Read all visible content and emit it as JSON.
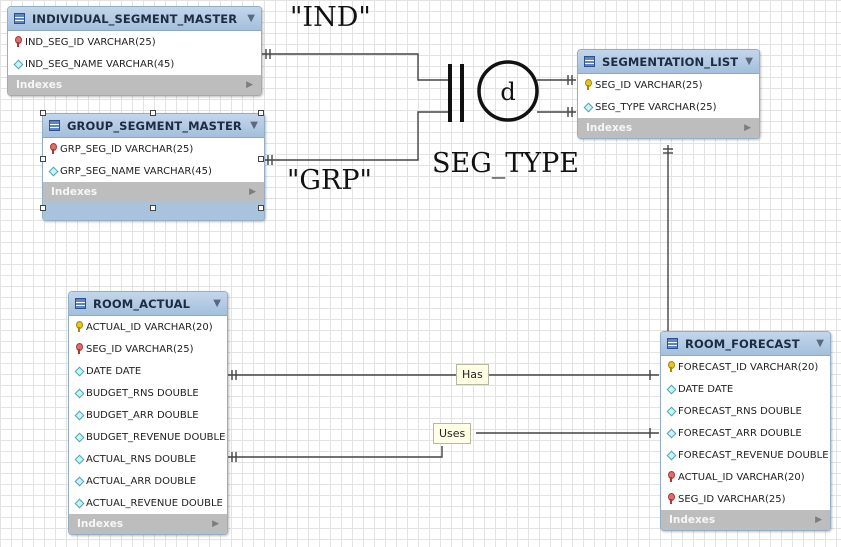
{
  "tables": {
    "individual_segment_master": {
      "title": "INDIVIDUAL_SEGMENT_MASTER",
      "footer": "Indexes",
      "columns": [
        {
          "key": "fk",
          "text": "IND_SEG_ID VARCHAR(25)"
        },
        {
          "key": "col",
          "text": "IND_SEG_NAME VARCHAR(45)"
        }
      ]
    },
    "group_segment_master": {
      "title": "GROUP_SEGMENT_MASTER",
      "footer": "Indexes",
      "columns": [
        {
          "key": "fk",
          "text": "GRP_SEG_ID VARCHAR(25)"
        },
        {
          "key": "col",
          "text": "GRP_SEG_NAME VARCHAR(45)"
        }
      ]
    },
    "segmentation_list": {
      "title": "SEGMENTATION_LIST",
      "footer": "Indexes",
      "columns": [
        {
          "key": "pk",
          "text": "SEG_ID VARCHAR(25)"
        },
        {
          "key": "col",
          "text": "SEG_TYPE VARCHAR(25)"
        }
      ]
    },
    "room_actual": {
      "title": "ROOM_ACTUAL",
      "footer": "Indexes",
      "columns": [
        {
          "key": "pk",
          "text": "ACTUAL_ID VARCHAR(20)"
        },
        {
          "key": "fk",
          "text": "SEG_ID VARCHAR(25)"
        },
        {
          "key": "col",
          "text": "DATE DATE"
        },
        {
          "key": "col",
          "text": "BUDGET_RNS DOUBLE"
        },
        {
          "key": "col",
          "text": "BUDGET_ARR DOUBLE"
        },
        {
          "key": "col",
          "text": "BUDGET_REVENUE DOUBLE"
        },
        {
          "key": "col",
          "text": "ACTUAL_RNS DOUBLE"
        },
        {
          "key": "col",
          "text": "ACTUAL_ARR DOUBLE"
        },
        {
          "key": "col",
          "text": "ACTUAL_REVENUE DOUBLE"
        }
      ]
    },
    "room_forecast": {
      "title": "ROOM_FORECAST",
      "footer": "Indexes",
      "columns": [
        {
          "key": "pk",
          "text": "FORECAST_ID VARCHAR(20)"
        },
        {
          "key": "col",
          "text": "DATE DATE"
        },
        {
          "key": "col",
          "text": "FORECAST_RNS DOUBLE"
        },
        {
          "key": "col",
          "text": "FORECAST_ARR DOUBLE"
        },
        {
          "key": "col",
          "text": "FORECAST_REVENUE DOUBLE"
        },
        {
          "key": "fk",
          "text": "ACTUAL_ID VARCHAR(20)"
        },
        {
          "key": "fk",
          "text": "SEG_ID VARCHAR(25)"
        }
      ]
    }
  },
  "relationships": {
    "has_label": "Has",
    "uses_label": "Uses"
  },
  "annotations": {
    "ind": "\"IND\"",
    "grp": "\"GRP\"",
    "seg_type": "SEG_TYPE",
    "disjoint": "d"
  },
  "icons": {
    "table": "table-icon",
    "primary_key": "key-icon-yellow",
    "foreign_key": "key-icon-red",
    "column": "diamond-icon",
    "dropdown": "chevron-down-icon",
    "expand": "triangle-right-icon"
  }
}
